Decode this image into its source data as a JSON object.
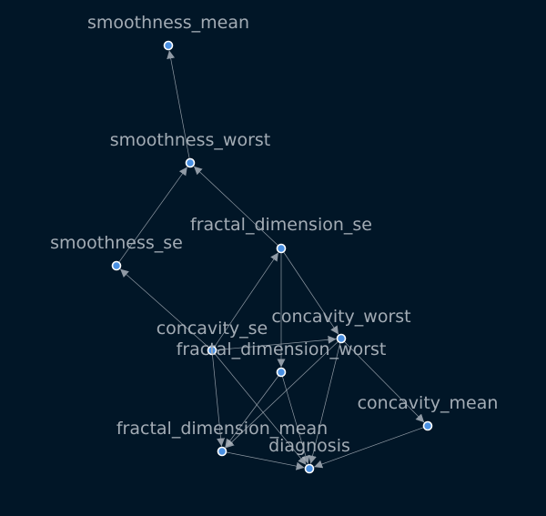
{
  "colors": {
    "background": "#011627",
    "node_fill": "#4a90e2",
    "node_stroke": "#ffffff",
    "edge": "#aab2bb",
    "label": "#a3acb5"
  },
  "nodes": [
    {
      "id": "smoothness_mean",
      "label": "smoothness_mean"
    },
    {
      "id": "smoothness_worst",
      "label": "smoothness_worst"
    },
    {
      "id": "fractal_dimension_se",
      "label": "fractal_dimension_se"
    },
    {
      "id": "smoothness_se",
      "label": "smoothness_se"
    },
    {
      "id": "concavity_worst",
      "label": "concavity_worst"
    },
    {
      "id": "concavity_se",
      "label": "concavity_se"
    },
    {
      "id": "fractal_dimension_worst",
      "label": "fractal_dimension_worst"
    },
    {
      "id": "concavity_mean",
      "label": "concavity_mean"
    },
    {
      "id": "fractal_dimension_mean",
      "label": "fractal_dimension_mean"
    },
    {
      "id": "diagnosis",
      "label": "diagnosis"
    }
  ],
  "edges": [
    {
      "from": "smoothness_worst",
      "to": "smoothness_mean"
    },
    {
      "from": "smoothness_se",
      "to": "smoothness_worst"
    },
    {
      "from": "fractal_dimension_se",
      "to": "smoothness_worst"
    },
    {
      "from": "fractal_dimension_se",
      "to": "concavity_worst"
    },
    {
      "from": "fractal_dimension_se",
      "to": "fractal_dimension_worst"
    },
    {
      "from": "concavity_se",
      "to": "fractal_dimension_se"
    },
    {
      "from": "concavity_se",
      "to": "smoothness_se"
    },
    {
      "from": "concavity_se",
      "to": "concavity_worst"
    },
    {
      "from": "concavity_se",
      "to": "fractal_dimension_mean"
    },
    {
      "from": "concavity_se",
      "to": "diagnosis"
    },
    {
      "from": "concavity_worst",
      "to": "fractal_dimension_mean"
    },
    {
      "from": "concavity_worst",
      "to": "concavity_mean"
    },
    {
      "from": "concavity_worst",
      "to": "diagnosis"
    },
    {
      "from": "fractal_dimension_worst",
      "to": "fractal_dimension_mean"
    },
    {
      "from": "fractal_dimension_worst",
      "to": "diagnosis"
    },
    {
      "from": "concavity_mean",
      "to": "diagnosis"
    },
    {
      "from": "fractal_dimension_mean",
      "to": "diagnosis"
    }
  ]
}
